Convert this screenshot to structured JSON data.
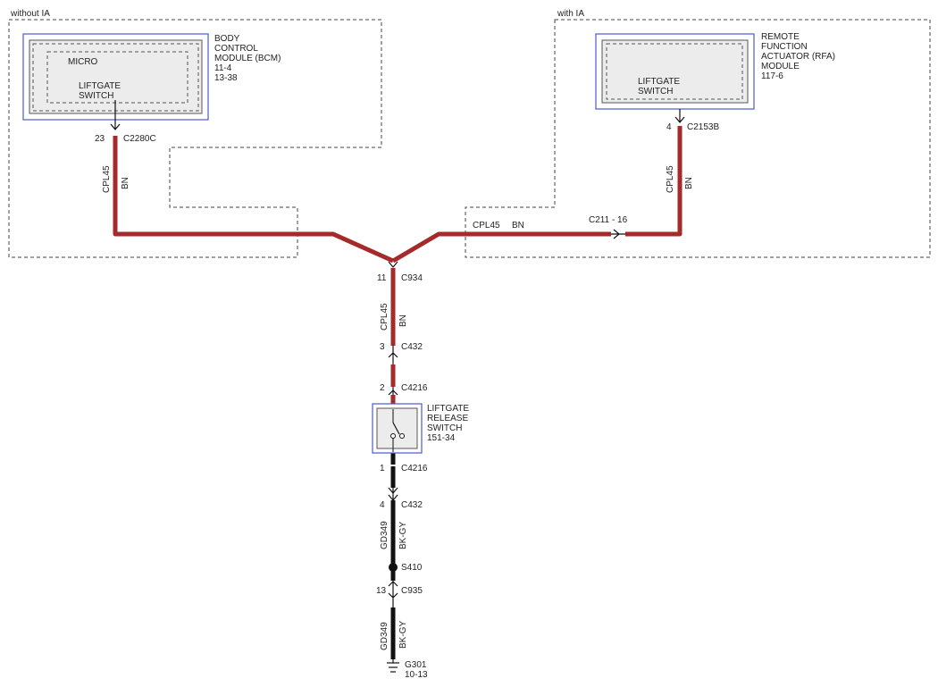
{
  "colors": {
    "wire_brown": "#a52a2a",
    "wire_black": "#111111",
    "module_border": "#4a5bd0",
    "module_fill": "#ececec",
    "text": "#222222"
  },
  "regions": {
    "without_ia": "without IA",
    "with_ia": "with IA"
  },
  "bcm": {
    "name_lines": [
      "BODY",
      "CONTROL",
      "MODULE (BCM)",
      "11-4",
      "13-38"
    ],
    "micro": "MICRO",
    "switch_lines": [
      "LIFTGATE",
      "SWITCH"
    ],
    "pin": "23",
    "connector": "C2280C",
    "circuit": "CPL45",
    "color": "BN"
  },
  "rfa": {
    "name_lines": [
      "REMOTE",
      "FUNCTION",
      "ACTUATOR (RFA)",
      "MODULE",
      "117-6"
    ],
    "switch_lines": [
      "LIFTGATE",
      "SWITCH"
    ],
    "pin": "4",
    "connector": "C2153B",
    "circuit": "CPL45",
    "color": "BN"
  },
  "horizontal_wire": {
    "circuit": "CPL45",
    "color": "BN",
    "inline": "C211 - 16"
  },
  "c934": {
    "pin": "11",
    "connector": "C934",
    "circuit": "CPL45",
    "color": "BN"
  },
  "c432_top": {
    "pin": "3",
    "connector": "C432"
  },
  "c4216_top": {
    "pin": "2",
    "connector": "C4216"
  },
  "release_switch": {
    "name_lines": [
      "LIFTGATE",
      "RELEASE",
      "SWITCH",
      "151-34"
    ]
  },
  "c4216_bottom": {
    "pin": "1",
    "connector": "C4216"
  },
  "c432_bottom": {
    "pin": "4",
    "connector": "C432",
    "circuit": "GD349",
    "color": "BK-GY"
  },
  "splice": {
    "label": "S410"
  },
  "c935": {
    "pin": "13",
    "connector": "C935"
  },
  "ground_wire": {
    "circuit": "GD349",
    "color": "BK-GY"
  },
  "ground": {
    "label": "G301",
    "ref": "10-13"
  }
}
